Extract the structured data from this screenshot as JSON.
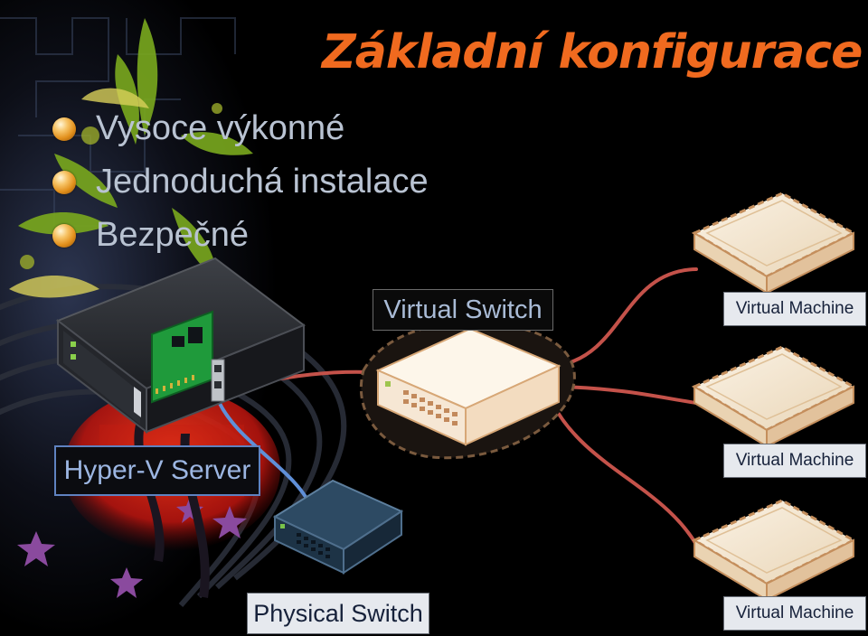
{
  "title": "Základní konfigurace",
  "bullets": [
    "Vysoce výkonné",
    "Jednoduchá instalace",
    "Bezpečné"
  ],
  "labels": {
    "virtual_switch": "Virtual Switch",
    "hyperv_server": "Hyper-V Server",
    "physical_switch": "Physical Switch",
    "virtual_machine": "Virtual Machine"
  },
  "colors": {
    "title": "#f06a1f",
    "bullet_text": "#b9c3d2",
    "virtual_link": "#c4524a",
    "physical_link": "#5f8fd8"
  }
}
